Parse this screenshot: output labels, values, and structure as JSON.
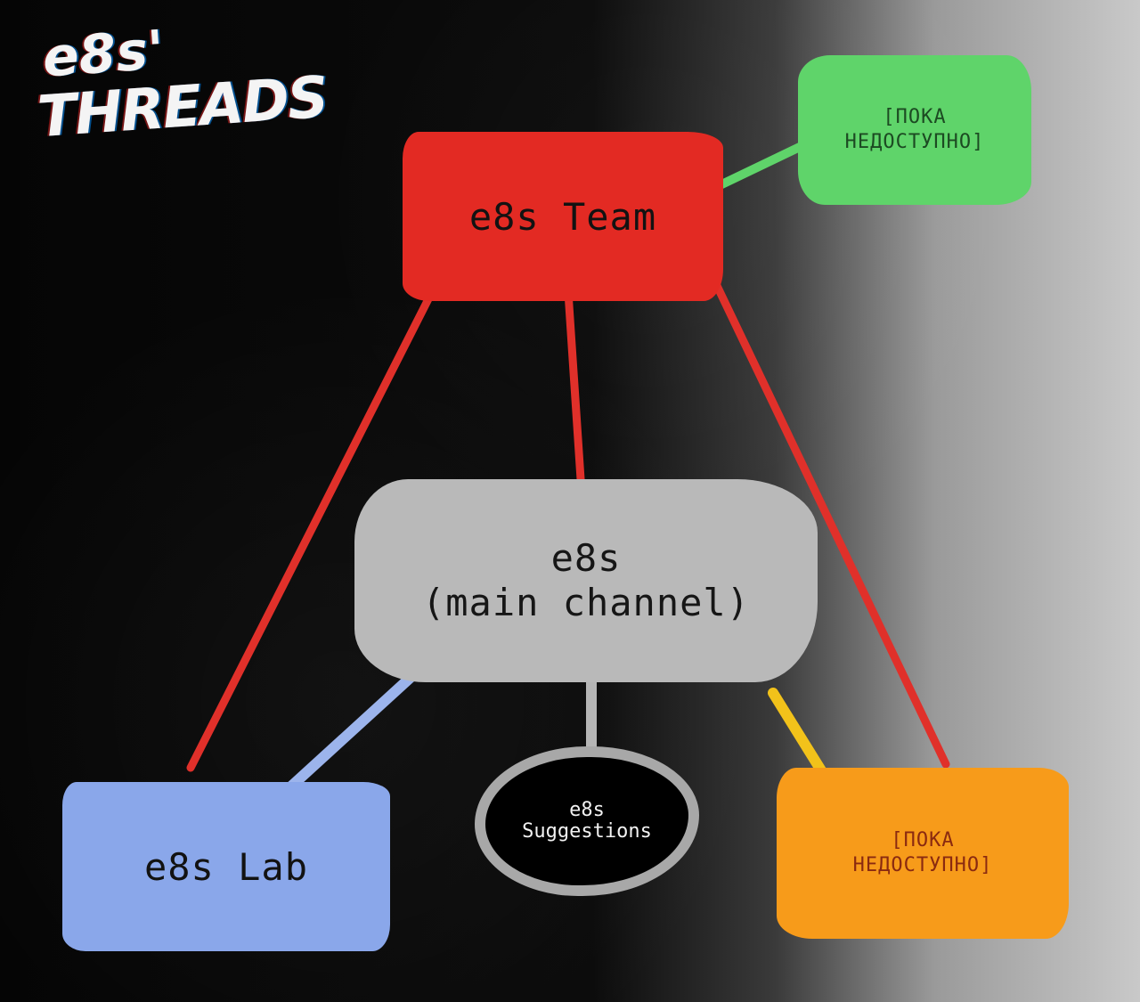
{
  "title": {
    "line1": "e8s'",
    "line2": "THREADS"
  },
  "nodes": {
    "team": {
      "label": "e8s Team",
      "color": "#e32a23"
    },
    "unavailable_top": {
      "line1": "[ПОКА",
      "line2": "НЕДОСТУПНО]",
      "color": "#5fd46a"
    },
    "main": {
      "line1": "e8s",
      "line2": "(main channel)",
      "color": "#b9b9b9"
    },
    "lab": {
      "label": "e8s Lab",
      "color": "#8aa7ea"
    },
    "suggestions": {
      "line1": "e8s",
      "line2": "Suggestions",
      "color": "#000000"
    },
    "unavailable_bottom": {
      "line1": "[ПОКА",
      "line2": "НЕДОСТУПНО]",
      "color": "#f79b1a"
    }
  },
  "connector_colors": {
    "team_links": "#e0302a",
    "green_link": "#5fd46a",
    "lab_link": "#9cb4ec",
    "suggestions_link": "#b5b5b5",
    "orange_link": "#f2c21a"
  }
}
